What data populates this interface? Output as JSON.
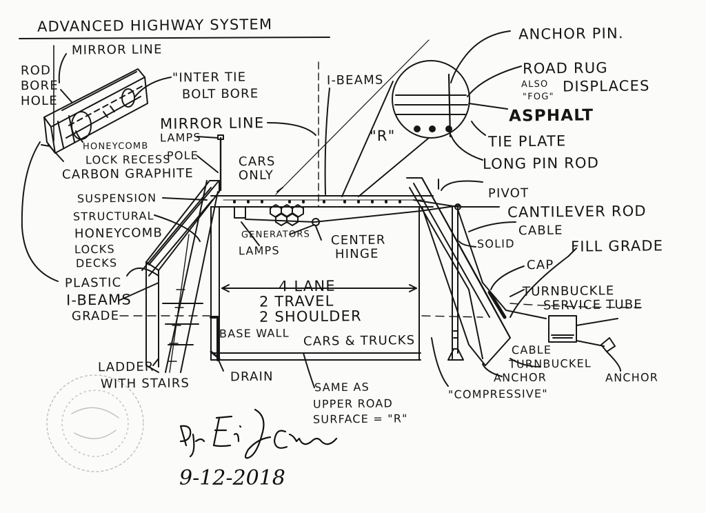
{
  "title": "ADVANCED HIGHWAY SYSTEM",
  "labels": {
    "anchor_pin": "ANCHOR PIN.",
    "road_rug": "ROAD RUG",
    "also": "ALSO",
    "displaces": "DISPLACES",
    "fog": "\"FOG\"",
    "asphalt": "ASPHALT",
    "tie_plate": "TIE PLATE",
    "long_pin_rod": "LONG PIN ROD",
    "r_detail": "\"R\"",
    "i_beams_top": "I-BEAMS",
    "mirror_line_top": "MIRROR LINE",
    "rod": "ROD",
    "bore": "BORE",
    "hole": "HOLE",
    "inter_tie": "\"INTER TIE",
    "bolt_bore": "BOLT BORE",
    "mirror_line_mid": "MIRROR LINE",
    "lamps": "LAMPS",
    "pole": "POLE",
    "honeycomb": "HONEYCOMB",
    "lock_recess": "LOCK RECESS",
    "carbon_graphite": "CARBON GRAPHITE",
    "cars_only_1": "CARS",
    "cars_only_2": "ONLY",
    "suspension": "SUSPENSION",
    "structural": "STRUCTURAL",
    "honeycomb_locks": "HONEYCOMB",
    "locks": "LOCKS",
    "decks": "DECKS",
    "generators": "GENERATORS",
    "lamps_gen": "LAMPS",
    "center": "CENTER",
    "hinge": "HINGE",
    "pivot": "PIVOT",
    "cantilever_rod": "CANTILEVER ROD",
    "cable": "CABLE",
    "solid": "SOLID",
    "fill_grade": "FILL GRADE",
    "cap": "CAP",
    "turnbuckle": "TURNBUCKLE",
    "service_tube": "SERVICE TUBE",
    "plastic": "PLASTIC",
    "i_beams_left": "I-BEAMS",
    "grade": "GRADE",
    "four_lane": "4 LANE",
    "two_travel": "2 TRAVEL",
    "two_shoulder": "2 SHOULDER",
    "base_wall": "BASE WALL",
    "cars_trucks": "CARS & TRUCKS",
    "cable_low": "CABLE",
    "turnbuckel": "TURNBUCKEL",
    "anchor_right": "ANCHOR",
    "anchor_mid": "ANCHOR",
    "ladder": "LADDER",
    "with_stairs": "WITH STAIRS",
    "drain": "DRAIN",
    "same_as": "SAME AS",
    "upper_road": "UPPER ROAD",
    "surface_r": "SURFACE = \"R\"",
    "compressive": "\"COMPRESSIVE\""
  },
  "signature": {
    "name": "By Eric J Crews",
    "date": "9-12-2018"
  }
}
